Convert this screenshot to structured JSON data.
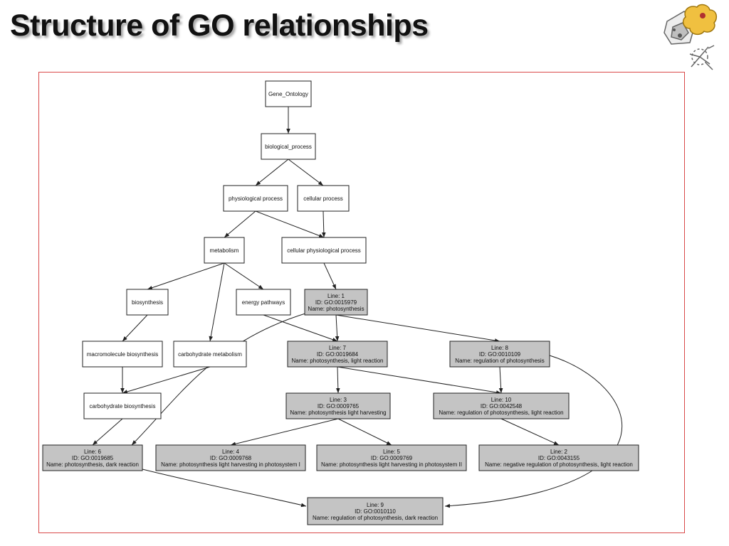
{
  "slide": {
    "title": "Structure of GO relationships",
    "accent_color": "#d94a4a"
  },
  "logo": {
    "icon": "cell-logo-icon"
  },
  "graph": {
    "nodes": {
      "gene_ontology": {
        "lines": [
          "Gene_Ontology"
        ]
      },
      "biological_process": {
        "lines": [
          "biological_process"
        ]
      },
      "physiological_process": {
        "lines": [
          "physiological process"
        ]
      },
      "cellular_process": {
        "lines": [
          "cellular process"
        ]
      },
      "metabolism": {
        "lines": [
          "metabolism"
        ]
      },
      "cellular_physiological_process": {
        "lines": [
          "cellular physiological process"
        ]
      },
      "biosynthesis": {
        "lines": [
          "biosynthesis"
        ]
      },
      "energy_pathways": {
        "lines": [
          "energy pathways"
        ]
      },
      "line1": {
        "lines": [
          "Line: 1",
          "ID: GO:0015979",
          "Name: photosynthesis"
        ]
      },
      "macromolecule_biosynthesis": {
        "lines": [
          "macromolecule biosynthesis"
        ]
      },
      "carbohydrate_metabolism": {
        "lines": [
          "carbohydrate metabolism"
        ]
      },
      "line7": {
        "lines": [
          "Line: 7",
          "ID: GO:0019684",
          "Name: photosynthesis, light reaction"
        ]
      },
      "line8": {
        "lines": [
          "Line: 8",
          "ID: GO:0010109",
          "Name: regulation of photosynthesis"
        ]
      },
      "carbohydrate_biosynthesis": {
        "lines": [
          "carbohydrate biosynthesis"
        ]
      },
      "line3": {
        "lines": [
          "Line: 3",
          "ID: GO:0009765",
          "Name: photosynthesis light harvesting"
        ]
      },
      "line10": {
        "lines": [
          "Line: 10",
          "ID: GO:0042548",
          "Name: regulation of photosynthesis, light reaction"
        ]
      },
      "line6": {
        "lines": [
          "Line: 6",
          "ID: GO:0019685",
          "Name: photosynthesis, dark reaction"
        ]
      },
      "line4": {
        "lines": [
          "Line: 4",
          "ID: GO:0009768",
          "Name: photosynthesis light harvesting in photosystem I"
        ]
      },
      "line5": {
        "lines": [
          "Line: 5",
          "ID: GO:0009769",
          "Name: photosynthesis light harvesting in photosystem II"
        ]
      },
      "line2": {
        "lines": [
          "Line: 2",
          "ID: GO:0043155",
          "Name: negative regulation of photosynthesis, light reaction"
        ]
      },
      "line9": {
        "lines": [
          "Line: 9",
          "ID: GO:0010110",
          "Name: regulation of photosynthesis, dark reaction"
        ]
      }
    },
    "edges": [
      [
        "gene_ontology",
        "biological_process"
      ],
      [
        "biological_process",
        "physiological_process"
      ],
      [
        "biological_process",
        "cellular_process"
      ],
      [
        "physiological_process",
        "metabolism"
      ],
      [
        "physiological_process",
        "cellular_physiological_process"
      ],
      [
        "cellular_process",
        "cellular_physiological_process"
      ],
      [
        "metabolism",
        "biosynthesis"
      ],
      [
        "metabolism",
        "carbohydrate_metabolism"
      ],
      [
        "metabolism",
        "energy_pathways"
      ],
      [
        "cellular_physiological_process",
        "line1"
      ],
      [
        "biosynthesis",
        "macromolecule_biosynthesis"
      ],
      [
        "energy_pathways",
        "line7"
      ],
      [
        "line1",
        "line7"
      ],
      [
        "line1",
        "line8"
      ],
      [
        "line1",
        "line6"
      ],
      [
        "macromolecule_biosynthesis",
        "carbohydrate_biosynthesis"
      ],
      [
        "carbohydrate_metabolism",
        "carbohydrate_biosynthesis"
      ],
      [
        "carbohydrate_biosynthesis",
        "line6"
      ],
      [
        "line7",
        "line3"
      ],
      [
        "line7",
        "line10"
      ],
      [
        "line8",
        "line10"
      ],
      [
        "line8",
        "line9"
      ],
      [
        "line3",
        "line4"
      ],
      [
        "line3",
        "line5"
      ],
      [
        "line10",
        "line2"
      ],
      [
        "line6",
        "line9"
      ]
    ]
  }
}
